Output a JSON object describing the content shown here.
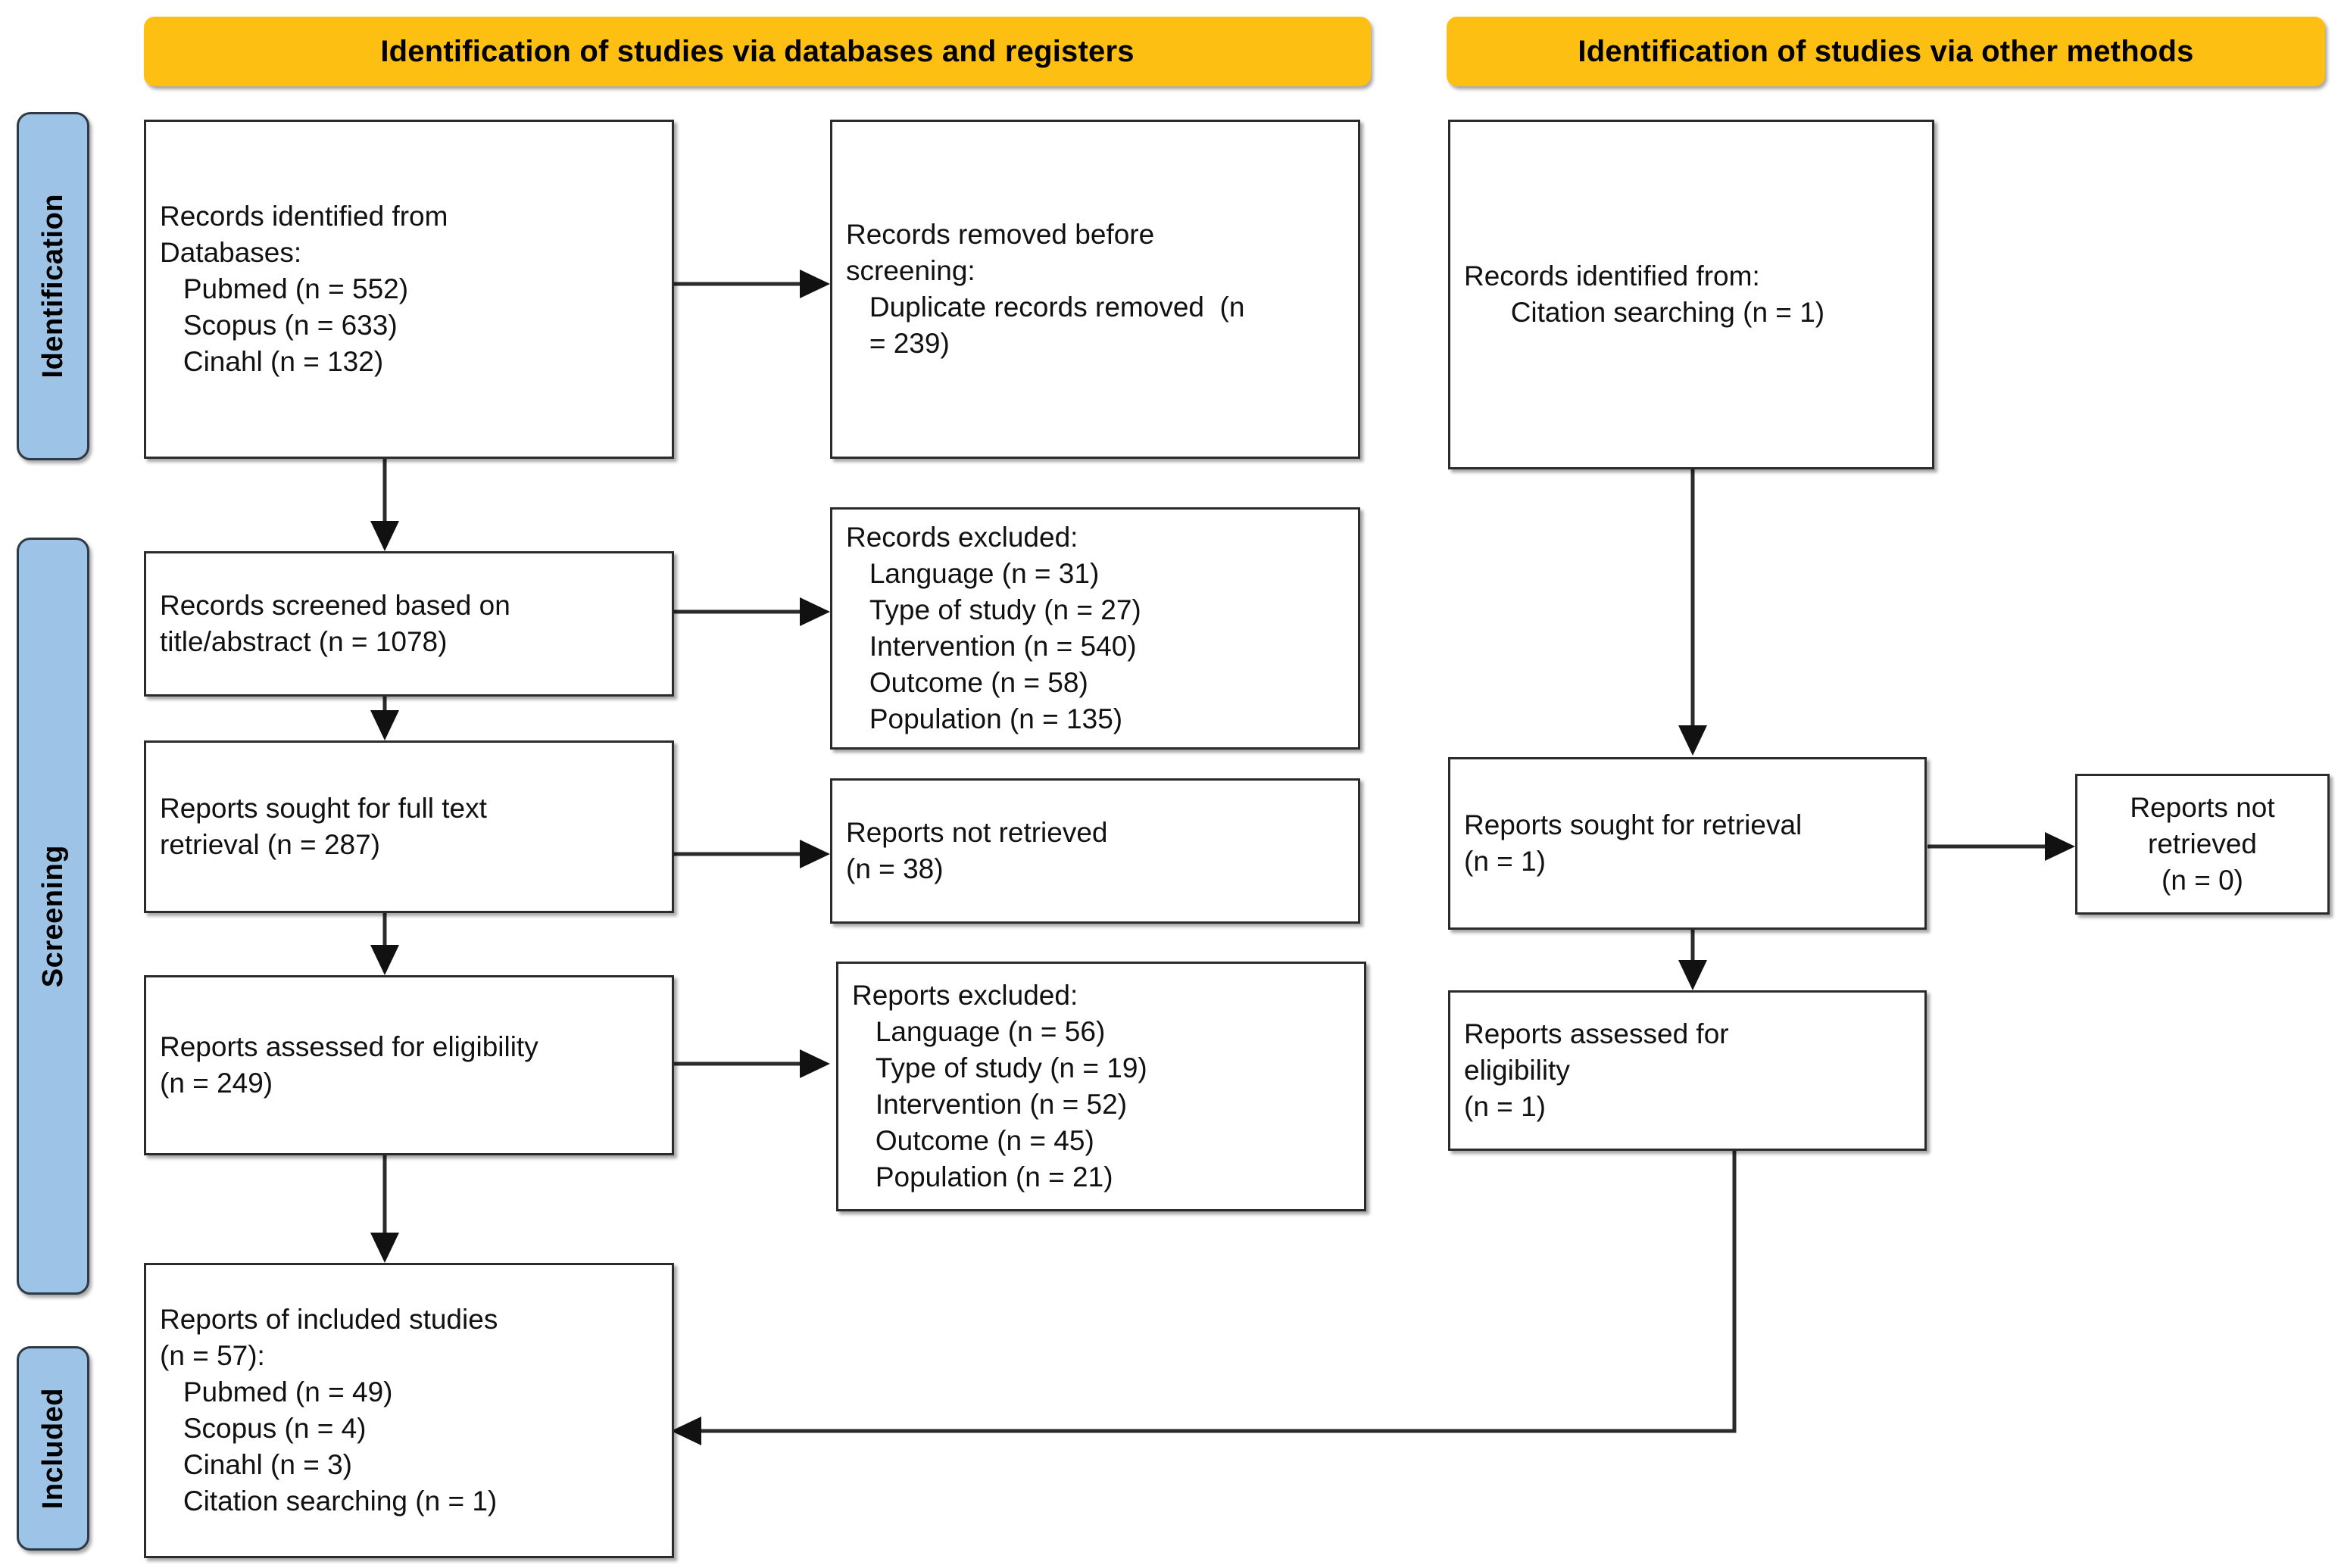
{
  "diagram": {
    "type": "prisma-flow-diagram",
    "headers": [
      {
        "id": "databases",
        "label": "Identification of studies via databases and registers"
      },
      {
        "id": "other",
        "label": "Identification of studies via other methods"
      }
    ],
    "stage_labels": [
      {
        "id": "identification",
        "label": "Identification"
      },
      {
        "id": "screening",
        "label": "Screening"
      },
      {
        "id": "included",
        "label": "Included"
      }
    ],
    "colors": {
      "header_orange": "#FCBF12",
      "stage_blue": "#9DC3E6",
      "box_border": "#2B2B2B",
      "text": "#111111"
    },
    "boxes": {
      "records_identified": {
        "id": "records-identified-from-databases",
        "text": "Records identified from\nDatabases:\n   Pubmed (n = 552)\n   Scopus (n = 633)\n   Cinahl (n = 132)"
      },
      "records_removed": {
        "id": "records-removed-before-screening",
        "text": "Records removed before\nscreening:\n   Duplicate records removed  (n\n   = 239)"
      },
      "records_screened": {
        "id": "records-screened",
        "text": "Records screened based on\ntitle/abstract (n = 1078)"
      },
      "records_excluded": {
        "id": "records-excluded",
        "text": "Records excluded:\n   Language (n = 31)\n   Type of study (n = 27)\n   Intervention (n = 540)\n   Outcome (n = 58)\n   Population (n = 135)"
      },
      "reports_sought": {
        "id": "reports-sought-for-full-text-retrieval",
        "text": "Reports sought for full text\nretrieval (n = 287)"
      },
      "reports_not_retrieved": {
        "id": "reports-not-retrieved",
        "text": "Reports not retrieved\n(n = 38)"
      },
      "reports_assessed": {
        "id": "reports-assessed-for-eligibility",
        "text": "Reports assessed for eligibility\n(n = 249)"
      },
      "reports_excluded": {
        "id": "reports-excluded",
        "text": "Reports excluded:\n   Language (n = 56)\n   Type of study (n = 19)\n   Intervention (n = 52)\n   Outcome (n = 45)\n   Population (n = 21)"
      },
      "included_studies": {
        "id": "reports-of-included-studies",
        "text": "Reports of included studies\n(n = 57):\n   Pubmed (n = 49)\n   Scopus (n = 4)\n   Cinahl (n = 3)\n   Citation searching (n = 1)"
      },
      "other_identified": {
        "id": "records-identified-other-methods",
        "text": "Records identified from:\n      Citation searching (n = 1)"
      },
      "other_sought": {
        "id": "reports-sought-for-retrieval-other",
        "text": "Reports sought for retrieval\n(n = 1)"
      },
      "other_not_retrieved": {
        "id": "reports-not-retrieved-other",
        "text": "Reports not\nretrieved\n(n = 0)"
      },
      "other_assessed": {
        "id": "reports-assessed-for-eligibility-other",
        "text": "Reports assessed for\neligibility\n(n = 1)"
      }
    },
    "counts": {
      "pubmed_identified": 552,
      "scopus_identified": 633,
      "cinahl_identified": 132,
      "duplicates_removed": 239,
      "records_screened": 1078,
      "excluded_language_screen": 31,
      "excluded_type_of_study_screen": 27,
      "excluded_intervention_screen": 540,
      "excluded_outcome_screen": 58,
      "excluded_population_screen": 135,
      "reports_sought": 287,
      "reports_not_retrieved": 38,
      "reports_assessed": 249,
      "excluded_language_full": 56,
      "excluded_type_of_study_full": 19,
      "excluded_intervention_full": 52,
      "excluded_outcome_full": 45,
      "excluded_population_full": 21,
      "included_total": 57,
      "included_pubmed": 49,
      "included_scopus": 4,
      "included_cinahl": 3,
      "included_citation": 1,
      "other_identified": 1,
      "other_sought": 1,
      "other_not_retrieved": 0,
      "other_assessed": 1
    }
  }
}
